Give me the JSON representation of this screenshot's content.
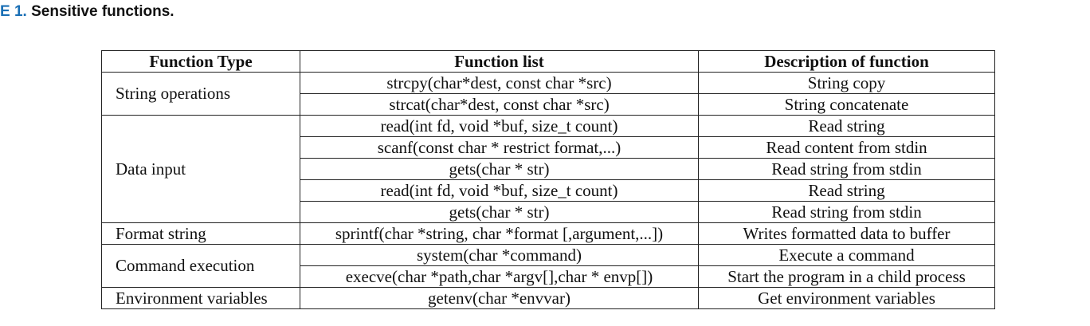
{
  "caption": {
    "label": "E",
    "number": "1.",
    "title": "Sensitive functions."
  },
  "table": {
    "headers": [
      "Function Type",
      "Function list",
      "Description of function"
    ],
    "groups": [
      {
        "type": "String operations",
        "rows": [
          {
            "function": "strcpy(char*dest, const char *src)",
            "description": "String copy"
          },
          {
            "function": "strcat(char*dest, const char *src)",
            "description": "String concatenate"
          }
        ]
      },
      {
        "type": "Data input",
        "rows": [
          {
            "function": "read(int fd, void *buf, size_t count)",
            "description": "Read string"
          },
          {
            "function": "scanf(const char * restrict format,...)",
            "description": "Read content from stdin"
          },
          {
            "function": "gets(char * str)",
            "description": "Read string from stdin"
          },
          {
            "function": "read(int fd, void *buf, size_t count)",
            "description": "Read string"
          },
          {
            "function": "gets(char * str)",
            "description": "Read string from stdin"
          }
        ]
      },
      {
        "type": "Format string",
        "rows": [
          {
            "function": "sprintf(char *string, char *format [,argument,...])",
            "description": "Writes formatted data to buffer"
          }
        ]
      },
      {
        "type": "Command execution",
        "rows": [
          {
            "function": "system(char *command)",
            "description": "Execute a command"
          },
          {
            "function": "execve(char *path,char *argv[],char * envp[])",
            "description": "Start the program in a child process"
          }
        ]
      },
      {
        "type": "Environment variables",
        "rows": [
          {
            "function": "getenv(char *envvar)",
            "description": "Get environment variables"
          }
        ]
      }
    ]
  }
}
